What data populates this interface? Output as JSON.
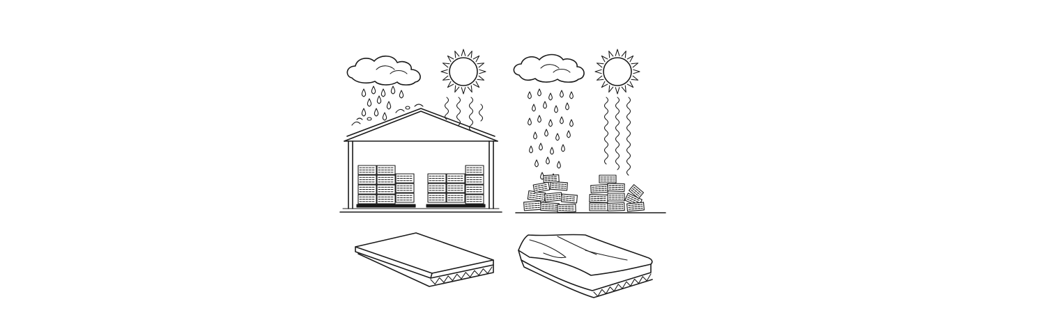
{
  "figure": {
    "background": "#ffffff",
    "ink_color": "#1a1a1a",
    "panels": [
      {
        "id": "sheltered",
        "scene": "warehouse-storage",
        "weather": [
          "cloud-icon",
          "rain-icon",
          "sun-icon",
          "heat-waves-icon"
        ],
        "stack_state": "neat",
        "board_state": "flat"
      },
      {
        "id": "exposed",
        "scene": "open-air-storage",
        "weather": [
          "cloud-icon",
          "rain-icon",
          "sun-icon",
          "heat-waves-icon"
        ],
        "stack_state": "collapsed",
        "board_state": "warped"
      }
    ]
  }
}
